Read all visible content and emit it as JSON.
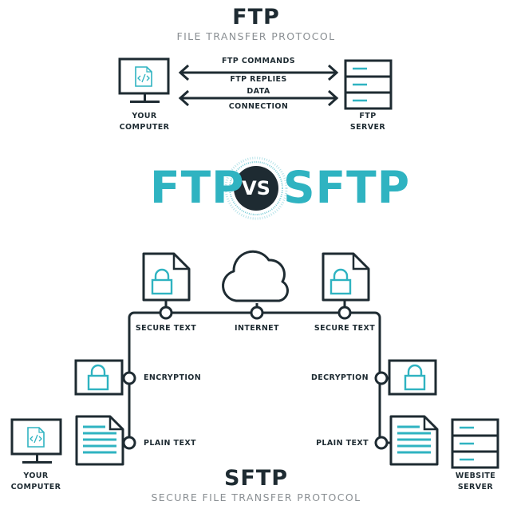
{
  "ftp": {
    "title": "FTP",
    "subtitle": "FILE TRANSFER PROTOCOL",
    "arrow_labels": [
      "FTP COMMANDS",
      "FTP REPLIES",
      "DATA",
      "CONNECTION"
    ],
    "your_computer": [
      "YOUR",
      "COMPUTER"
    ],
    "ftp_server": [
      "FTP",
      "SERVER"
    ]
  },
  "versus": {
    "left": "FTP",
    "middle": "VS",
    "right": "SFTP"
  },
  "sftp": {
    "labels": {
      "secure_text_left": "SECURE TEXT",
      "internet": "INTERNET",
      "secure_text_right": "SECURE TEXT",
      "encryption": "ENCRYPTION",
      "decryption": "DECRYPTION",
      "plain_text_left": "PLAIN TEXT",
      "plain_text_right": "PLAIN TEXT"
    },
    "your_computer": [
      "YOUR",
      "COMPUTER"
    ],
    "website_server": [
      "WEBSITE",
      "SERVER"
    ],
    "title": "SFTP",
    "subtitle": "SECURE FILE TRANSFER PROTOCOL"
  },
  "colors": {
    "accent": "#2fb3c1",
    "dark": "#1e2b32",
    "gray": "#8a8f93"
  }
}
